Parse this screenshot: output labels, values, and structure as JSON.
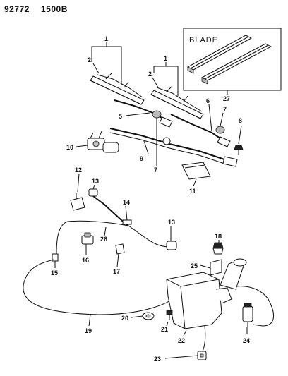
{
  "header": {
    "code": "92772",
    "sub_code": "1500B"
  },
  "inset": {
    "title": "BLADE",
    "callout": "27"
  },
  "callouts": {
    "c1a": "1",
    "c2a": "2",
    "c1b": "1",
    "c2b": "2",
    "c5": "5",
    "c6": "6",
    "c7a": "7",
    "c7b": "7",
    "c8": "8",
    "c9": "9",
    "c10": "10",
    "c11": "11",
    "c12": "12",
    "c13a": "13",
    "c13b": "13",
    "c14": "14",
    "c15": "15",
    "c16": "16",
    "c17": "17",
    "c18": "18",
    "c19": "19",
    "c20": "20",
    "c21": "21",
    "c22": "22",
    "c23": "23",
    "c24": "24",
    "c25": "25",
    "c26": "26"
  }
}
